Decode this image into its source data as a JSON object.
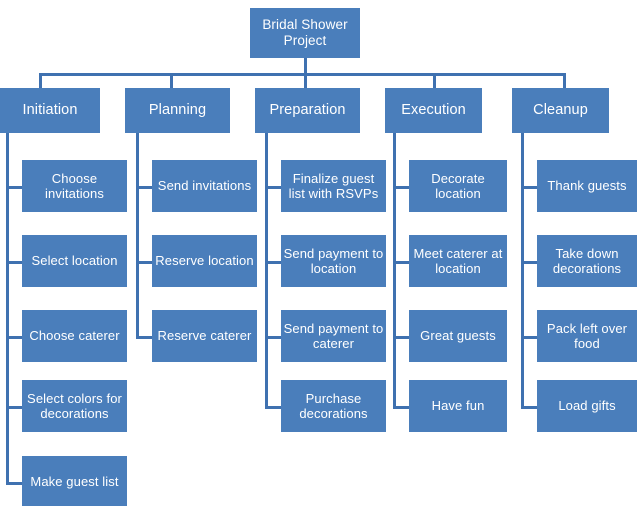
{
  "diagram": {
    "type": "work-breakdown-structure",
    "title": "Bridal Shower Project",
    "colors": {
      "box_fill": "#4a7ebb",
      "box_text": "#ffffff",
      "connector": "#3f71b0",
      "background": "#ffffff"
    },
    "root": {
      "label": "Bridal Shower Project"
    },
    "phases": [
      {
        "label": "Initiation",
        "tasks": [
          {
            "label": "Choose invitations"
          },
          {
            "label": "Select location"
          },
          {
            "label": "Choose caterer"
          },
          {
            "label": "Select colors for decorations"
          },
          {
            "label": "Make guest list"
          }
        ]
      },
      {
        "label": "Planning",
        "tasks": [
          {
            "label": "Send invitations"
          },
          {
            "label": "Reserve location"
          },
          {
            "label": "Reserve caterer"
          }
        ]
      },
      {
        "label": "Preparation",
        "tasks": [
          {
            "label": "Finalize guest list with RSVPs"
          },
          {
            "label": "Send payment to location"
          },
          {
            "label": "Send payment to caterer"
          },
          {
            "label": "Purchase decorations"
          }
        ]
      },
      {
        "label": "Execution",
        "tasks": [
          {
            "label": "Decorate location"
          },
          {
            "label": "Meet caterer at location"
          },
          {
            "label": "Great guests"
          },
          {
            "label": "Have fun"
          }
        ]
      },
      {
        "label": "Cleanup",
        "tasks": [
          {
            "label": "Thank guests"
          },
          {
            "label": "Take down decorations"
          },
          {
            "label": "Pack left over food"
          },
          {
            "label": "Load gifts"
          }
        ]
      }
    ]
  }
}
